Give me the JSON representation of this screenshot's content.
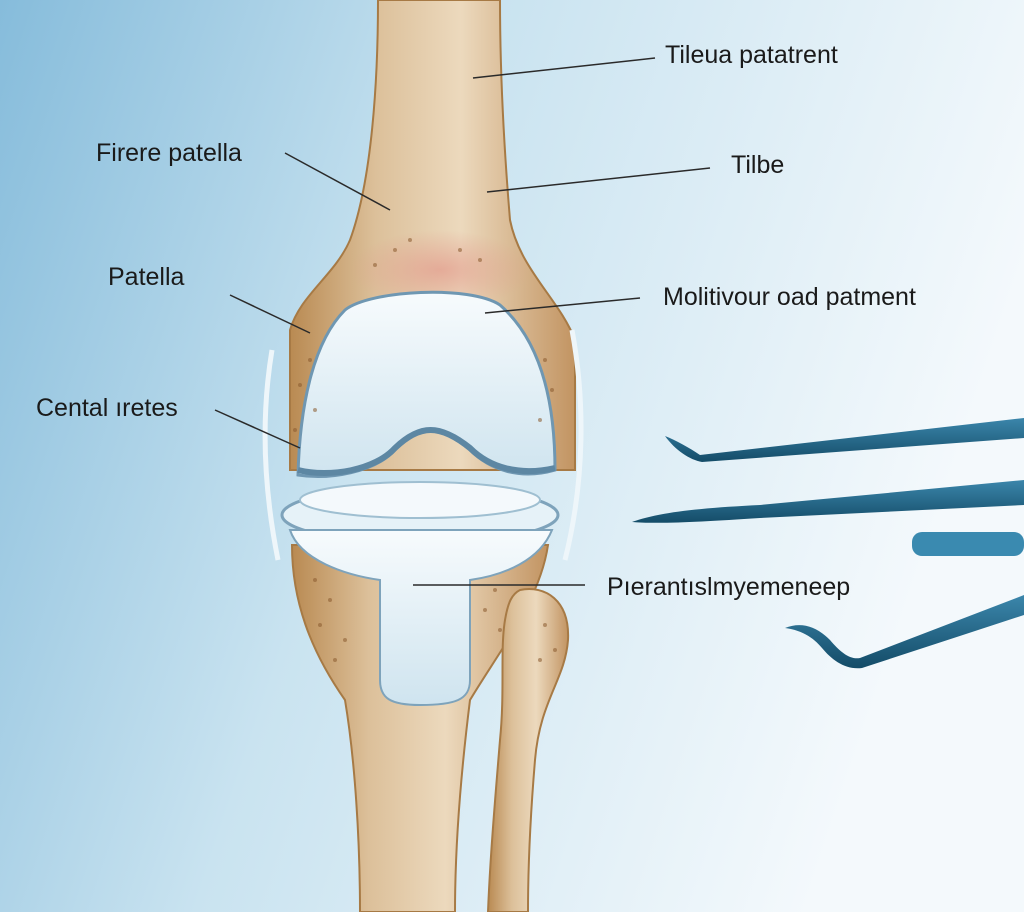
{
  "labels": {
    "tileua_patatrent": "Tileua patatrent",
    "firere_patella": "Firere patella",
    "tilbe": "Tilbe",
    "patella": "Patella",
    "molitivour": "Molitivour oad patment",
    "cental_retes": "Cental ıretes",
    "pierantis": "Pıerantıslmyemeneep"
  },
  "colors": {
    "background_left": "#8fc3df",
    "background_right": "#f2f8fb",
    "bone": "#d9b98c",
    "bone_shadow": "#b8894f",
    "implant": "#e8f3f9",
    "implant_edge": "#5d87a3",
    "instrument": "#1f5f80",
    "leader_line": "#2a2a2a"
  },
  "icons": [
    "femur-bone",
    "tibia-bone",
    "fibula-bone",
    "knee-implant-femoral",
    "knee-implant-tibial",
    "surgical-probe",
    "forceps",
    "scalpel"
  ]
}
